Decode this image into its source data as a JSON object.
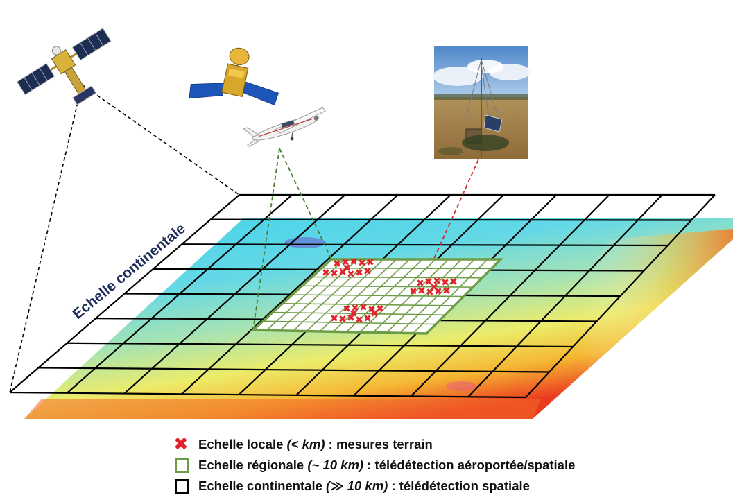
{
  "diagram": {
    "continental_label": "Echelle continentale",
    "legend": [
      {
        "symbol": "red-cross-icon",
        "prefix": "Echelle locale ",
        "scale": "(< km)",
        "suffix": " : mesures terrain"
      },
      {
        "symbol": "green-square-icon",
        "prefix": "Echelle régionale ",
        "scale": "(~ 10 km)",
        "suffix": " : télédétection aéroportée/spatiale"
      },
      {
        "symbol": "black-square-icon",
        "prefix": "Echelle continentale ",
        "scale": "(≫ 10 km)",
        "suffix": " : télédétection spatiale"
      }
    ],
    "colors": {
      "local": "#e3212a",
      "regional": "#6e9b45",
      "continental": "#000000",
      "label": "#1f2d5a"
    }
  }
}
